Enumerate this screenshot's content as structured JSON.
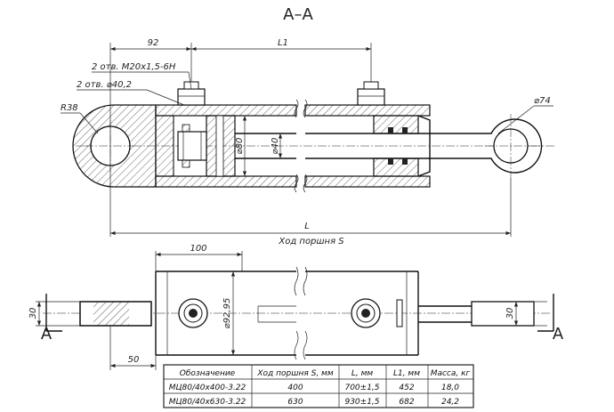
{
  "section_title": "A–A",
  "dims": {
    "d92": "92",
    "L1": "L1",
    "thread": "2 отв. M20x1,5-6H",
    "holes": "2 отв. ⌀40,2",
    "r38": "R38",
    "d74": "⌀74",
    "d80": "⌀80",
    "d40": "⌀40",
    "L": "L",
    "stroke": "Ход поршня S",
    "d100": "100",
    "d9295": "⌀92,95",
    "d30_left": "30",
    "d30_right": "30",
    "d50": "50",
    "cut_left": "A",
    "cut_right": "A"
  },
  "table": {
    "headers": [
      "Обозначение",
      "Ход поршня S, мм",
      "L, мм",
      "L1, мм",
      "Масса, кг"
    ],
    "rows": [
      [
        "МЦ80/40х400-3.22",
        "400",
        "700±1,5",
        "452",
        "18,0"
      ],
      [
        "МЦ80/40х630-3.22",
        "630",
        "930±1,5",
        "682",
        "24,2"
      ]
    ]
  }
}
